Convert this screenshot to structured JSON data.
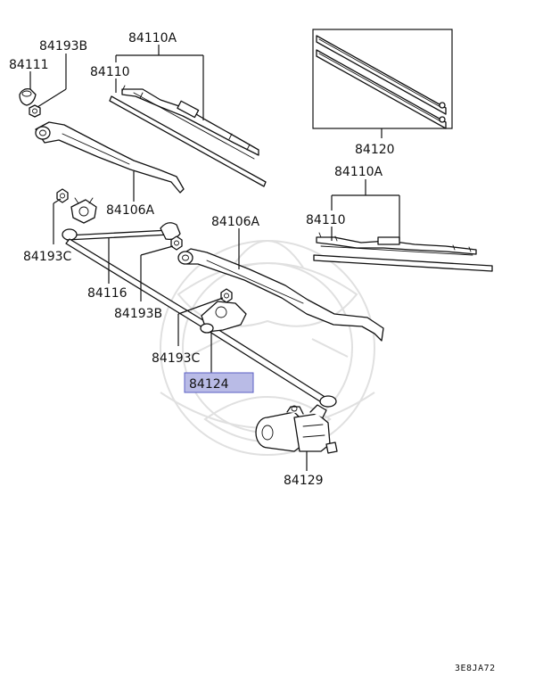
{
  "labels": {
    "p84193B_top": "84193B",
    "p84111": "84111",
    "p84110A_left": "84110A",
    "p84110_left": "84110",
    "p84120": "84120",
    "p84110A_right": "84110A",
    "p84110_right": "84110",
    "p84106A_left": "84106A",
    "p84106A_right": "84106A",
    "p84193C_left": "84193C",
    "p84116": "84116",
    "p84193B_mid": "84193B",
    "p84193C_mid": "84193C",
    "p84124": "84124",
    "p84129": "84129"
  },
  "diagram_code": "3E8JA72",
  "colors": {
    "highlight_fill": "#b9bbe6",
    "highlight_stroke": "#5b5fc4",
    "line": "#111111",
    "watermark": "#dddddd"
  }
}
